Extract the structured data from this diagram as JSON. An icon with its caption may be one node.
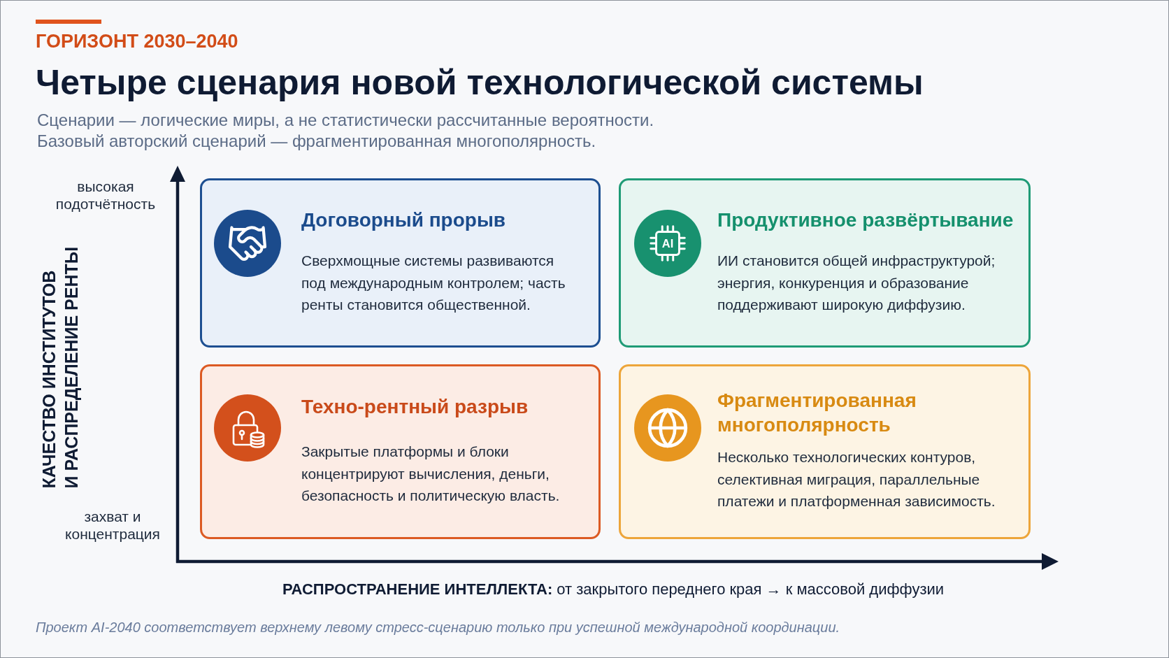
{
  "diagram": {
    "title": "Четыре сценария новой технологической системы",
    "caption": "Проект AI-2040 соответствует верхнему левому стресс-сценарию только при успешной международной координации.",
    "nodes": [
      {
        "text": [
          "Договорный прорыв",
          "Сверхмощные системы развиваются под международным контролем; часть ренты становится общественной."
        ]
      },
      {
        "text": [
          "Продуктивное развёртывание",
          "ИИ становится общей инфраструктурой; энергия, конкуренция и образование поддерживают широкую диффузию."
        ]
      },
      {
        "text": [
          "Техно-рентный разрыв",
          "Закрытые платформы и блоки концентрируют вычисления, деньги, безопасность и политическую власть."
        ]
      },
      {
        "text": [
          "Фрагментированная многополярность",
          "Несколько технологических контуров, селективная миграция, параллельные платежи и платформенная зависимость."
        ]
      }
    ],
    "labels": [
      "ГОРИЗОНТ 2030–2040",
      "Сценарии — логические миры, а не статистически рассчитанные вероятности.",
      "Базовый авторский сценарий — фрагментированная многополярность.",
      "высокая подотчётность",
      "захват и концентрация",
      "КАЧЕСТВО ИНСТИТУТОВ И РАСПРЕДЕЛЕНИЕ РЕНТЫ",
      "**РАСПРОСТРАНЕНИЕ ИНТЕЛЛЕКТА:** от закрытого переднего края → к массовой диффузии",
      "AI"
    ]
  }
}
